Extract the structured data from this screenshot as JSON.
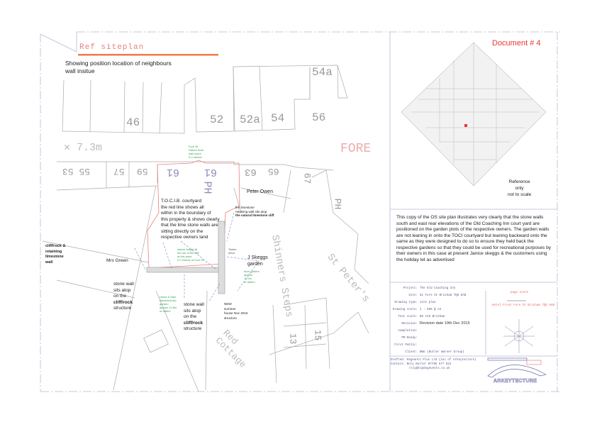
{
  "title": {
    "ref": "Ref siteplan",
    "subtitle": "Showing position location of neighbours wall insitue"
  },
  "document_label": "Document # 4",
  "plot_numbers": [
    "46",
    "52",
    "52a",
    "54",
    "56",
    "54a",
    "55 53",
    "57",
    "59",
    "61",
    "61",
    "63",
    "65",
    "67",
    "PH",
    "PH",
    "13",
    "15"
  ],
  "street_labels": {
    "fore": "FORE",
    "level": "7.3m",
    "shinners": "Shinners Steps",
    "st_peters": "St Peter's",
    "red_cottage": "Red Cottage"
  },
  "annotations": {
    "toci": "T.O.C.I.B. courtyard\nthe red line shows all\nwithin in the boundary of\nthis property & shows clearly\nthat the lime stone walls are\nsitting directly on the\nrespective owners land",
    "peter_owen": "Peter Owen",
    "limestone": "the limestone\nretaining wall sits atop",
    "limestone_bold": "the natural limestone cliff",
    "cliff_left": "cliff/rock &\nretaining\nlimestone\nwall",
    "mrs_green": "Mrs Green",
    "j_skeggs": "J Skeggs\ngarden",
    "stone_wall_1": "stone wall\nsits atop\non the",
    "stone_wall_1_bold": "cliff/rock",
    "stone_wall_1_end": "structure",
    "stone_wall_2": "stone wall\nsits atop\non the",
    "stone_wall_2_bold": "cliff/rock",
    "stone_wall_2_end": "structure",
    "new_summer_house": "NEW\nsummer\nhouse Nov 2015\nstructure",
    "timber_fence": "Timber\nfence",
    "fore_st_datum": "Fore St\nDatum level\nstart point\n0.0 metres",
    "datum_height": "datum height @\nthe toe of the cliff\nat this point\n0.0 metres of Fore St",
    "level_garden": "level garden\napprox\n11.0m\nof datum",
    "david_sam": "David & Sam\nBlackmore(s)\ngarden\napprox 12.8m\nof datum"
  },
  "reference_note": "Reference\nonly\nnot to scale",
  "description": "This copy of the OS site plan illustrates very clearly that the stone walls south and east rear elevations of the Old Coaching Inn court yard are positioned on the garden plots of  the respective owners. The garden walls are not leaning in onto the TOCI courtyard but leaning backward onto the same as they were designed to do so to ensure they held back the respective gardens so that they could be used for recreational purposes by their owners in this case at present Janice skeggs & the customers using the holiday let as advertised",
  "title_block": [
    {
      "label": "Project:",
      "value": "The Old Coaching Inn"
    },
    {
      "label": "Site:",
      "value": "61 Fore St Brixham TQ5 8AB"
    },
    {
      "label": "Drawing type:",
      "value": "site plan"
    },
    {
      "label": "Drawing scale:",
      "value": "1 : 500 @ A3"
    },
    {
      "label": "Text scale:",
      "value": "BS 110 Brixham"
    },
    {
      "label": "Revision:",
      "value": "Revision date 19th Dec 2015"
    },
    {
      "label": "Completion:",
      "value": ""
    },
    {
      "label": "PM Ready:",
      "value": ""
    },
    {
      "label": "First Public:",
      "value": ""
    },
    {
      "label": "Client:",
      "value": "BWG (Butler Warner Group)"
    }
  ],
  "page_scale": "page scale",
  "address_red": "Hotel Front Fore St Brixham TQ5 8AB",
  "drafted": {
    "label": "Drafted:",
    "value": "Pageants Plus Ltd (inc of Arkeytecture)"
  },
  "contact": {
    "label": "Contact:",
    "value": "Roly Butler 07785 577 822",
    "email": "roly@topdogevents.co.uk"
  },
  "logo_text": "ARKEYTECTURE",
  "colors": {
    "accent": "#f07a4a",
    "red_line": "#e98080",
    "frame": "#b8b8d8",
    "green": "#3aa05a"
  }
}
